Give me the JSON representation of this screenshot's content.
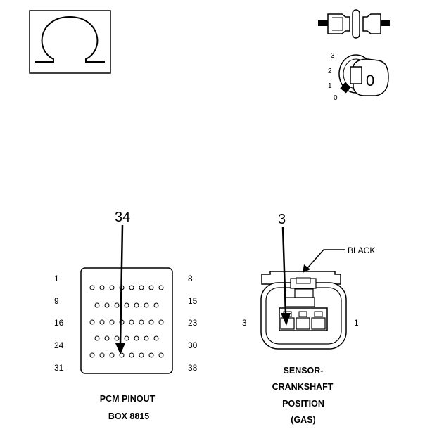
{
  "pcm_connector": {
    "callout": "34",
    "row_start_labels": [
      "1",
      "9",
      "16",
      "24",
      "31"
    ],
    "row_end_labels": [
      "8",
      "15",
      "23",
      "30",
      "38"
    ],
    "caption_line1": "PCM PINOUT",
    "caption_line2": "BOX 8815"
  },
  "sensor_connector": {
    "callout": "3",
    "color_label": "BLACK",
    "left_pin_label": "3",
    "right_pin_label": "1",
    "caption_line1": "SENSOR-",
    "caption_line2": "CRANKSHAFT",
    "caption_line3": "POSITION",
    "caption_line4": "(GAS)"
  },
  "ignition_key": {
    "positions": [
      "3",
      "2",
      "1",
      "0"
    ],
    "key_label": "0"
  },
  "icons": {
    "resistance": "omega-ohm-icon",
    "connector": "unplugged-connector-icon",
    "ignition": "ignition-key-icon"
  }
}
